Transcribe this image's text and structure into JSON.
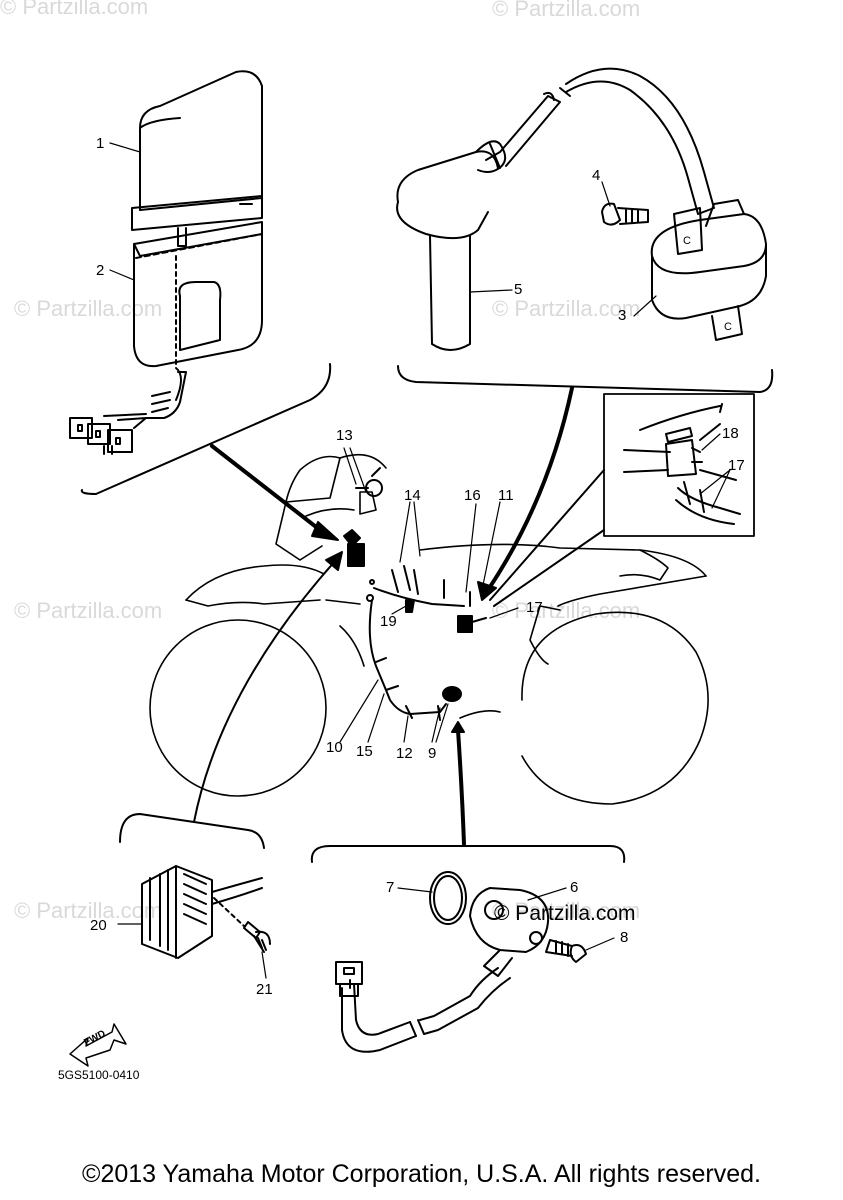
{
  "watermarks": [
    "© Partzilla.com",
    "© Partzilla.com",
    "© Partzilla.com",
    "© Partzilla.com",
    "© Partzilla.com",
    "© Partzilla.com",
    "© Partzilla.com",
    "© Partzilla.com"
  ],
  "brand_text": "© Partzilla.com",
  "callouts": [
    "1",
    "2",
    "3",
    "4",
    "5",
    "6",
    "7",
    "8",
    "9",
    "10",
    "11",
    "12",
    "13",
    "14",
    "15",
    "16",
    "17",
    "17",
    "18",
    "19",
    "20",
    "21"
  ],
  "direction_label": "FWD",
  "diagram_code": "5GS5100-0410",
  "copyright": "©2013 Yamaha Motor Corporation, U.S.A. All rights reserved."
}
